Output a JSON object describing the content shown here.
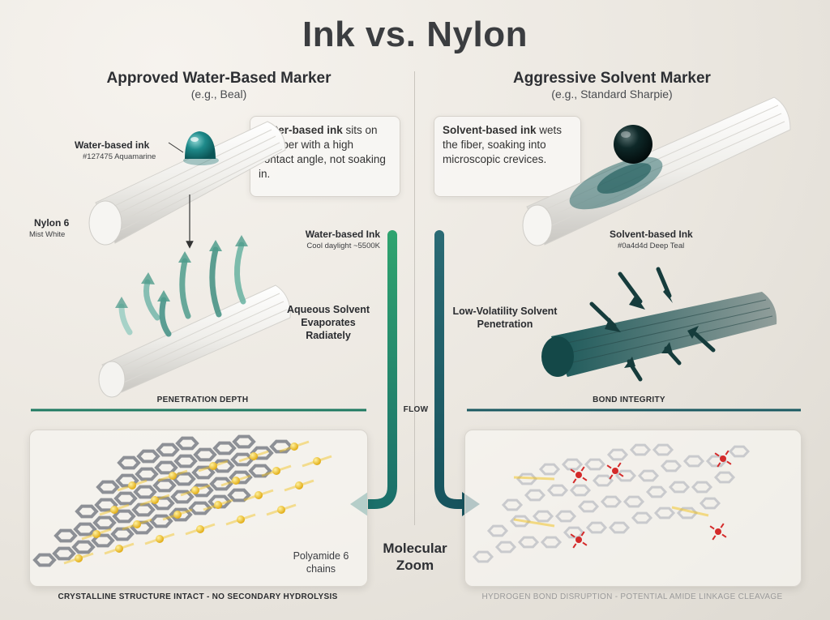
{
  "title": "Ink vs. Nylon",
  "left": {
    "heading": "Approved Water-Based Marker",
    "example": "(e.g., Beal)",
    "callout_bold": "Water-based ink",
    "callout_rest": " sits on the fiber with a high contact angle, not soaking in.",
    "ink_label": "Water-based ink",
    "ink_color_name": "#127475 Aquamarine",
    "fiber_label": "Nylon 6",
    "fiber_color_name": "Mist White",
    "flow_label": "Water-based Ink",
    "flow_sub": "Cool daylight ~5500K",
    "evap_label": "Aqueous Solvent Evaporates Radiately",
    "section_label": "PENETRATION DEPTH",
    "mol_label": "Polyamide 6 chains",
    "caption": "CRYSTALLINE STRUCTURE INTACT - NO SECONDARY HYDROLYSIS"
  },
  "right": {
    "heading": "Aggressive Solvent Marker",
    "example": "(e.g., Standard Sharpie)",
    "callout_bold": "Solvent-based ink",
    "callout_rest": " wets the fiber, soaking into microscopic crevices.",
    "ink_label": "Solvent-based Ink",
    "ink_color_name": "#0a4d4d Deep Teal",
    "pen_label": "Low-Volatility Solvent Penetration",
    "section_label": "BOND INTEGRITY",
    "caption": "HYDROGEN BOND DISRUPTION - POTENTIAL AMIDE LINKAGE CLEAVAGE"
  },
  "center": {
    "flow": "FLOW",
    "zoom": "Molecular Zoom"
  },
  "colors": {
    "aquamarine": "#127475",
    "deep_teal": "#0a4d4d",
    "green_accent": "#2e9b6e",
    "fiber": "#f2f1ee",
    "bond": "#f2c21b",
    "break": "#d42a2a"
  }
}
